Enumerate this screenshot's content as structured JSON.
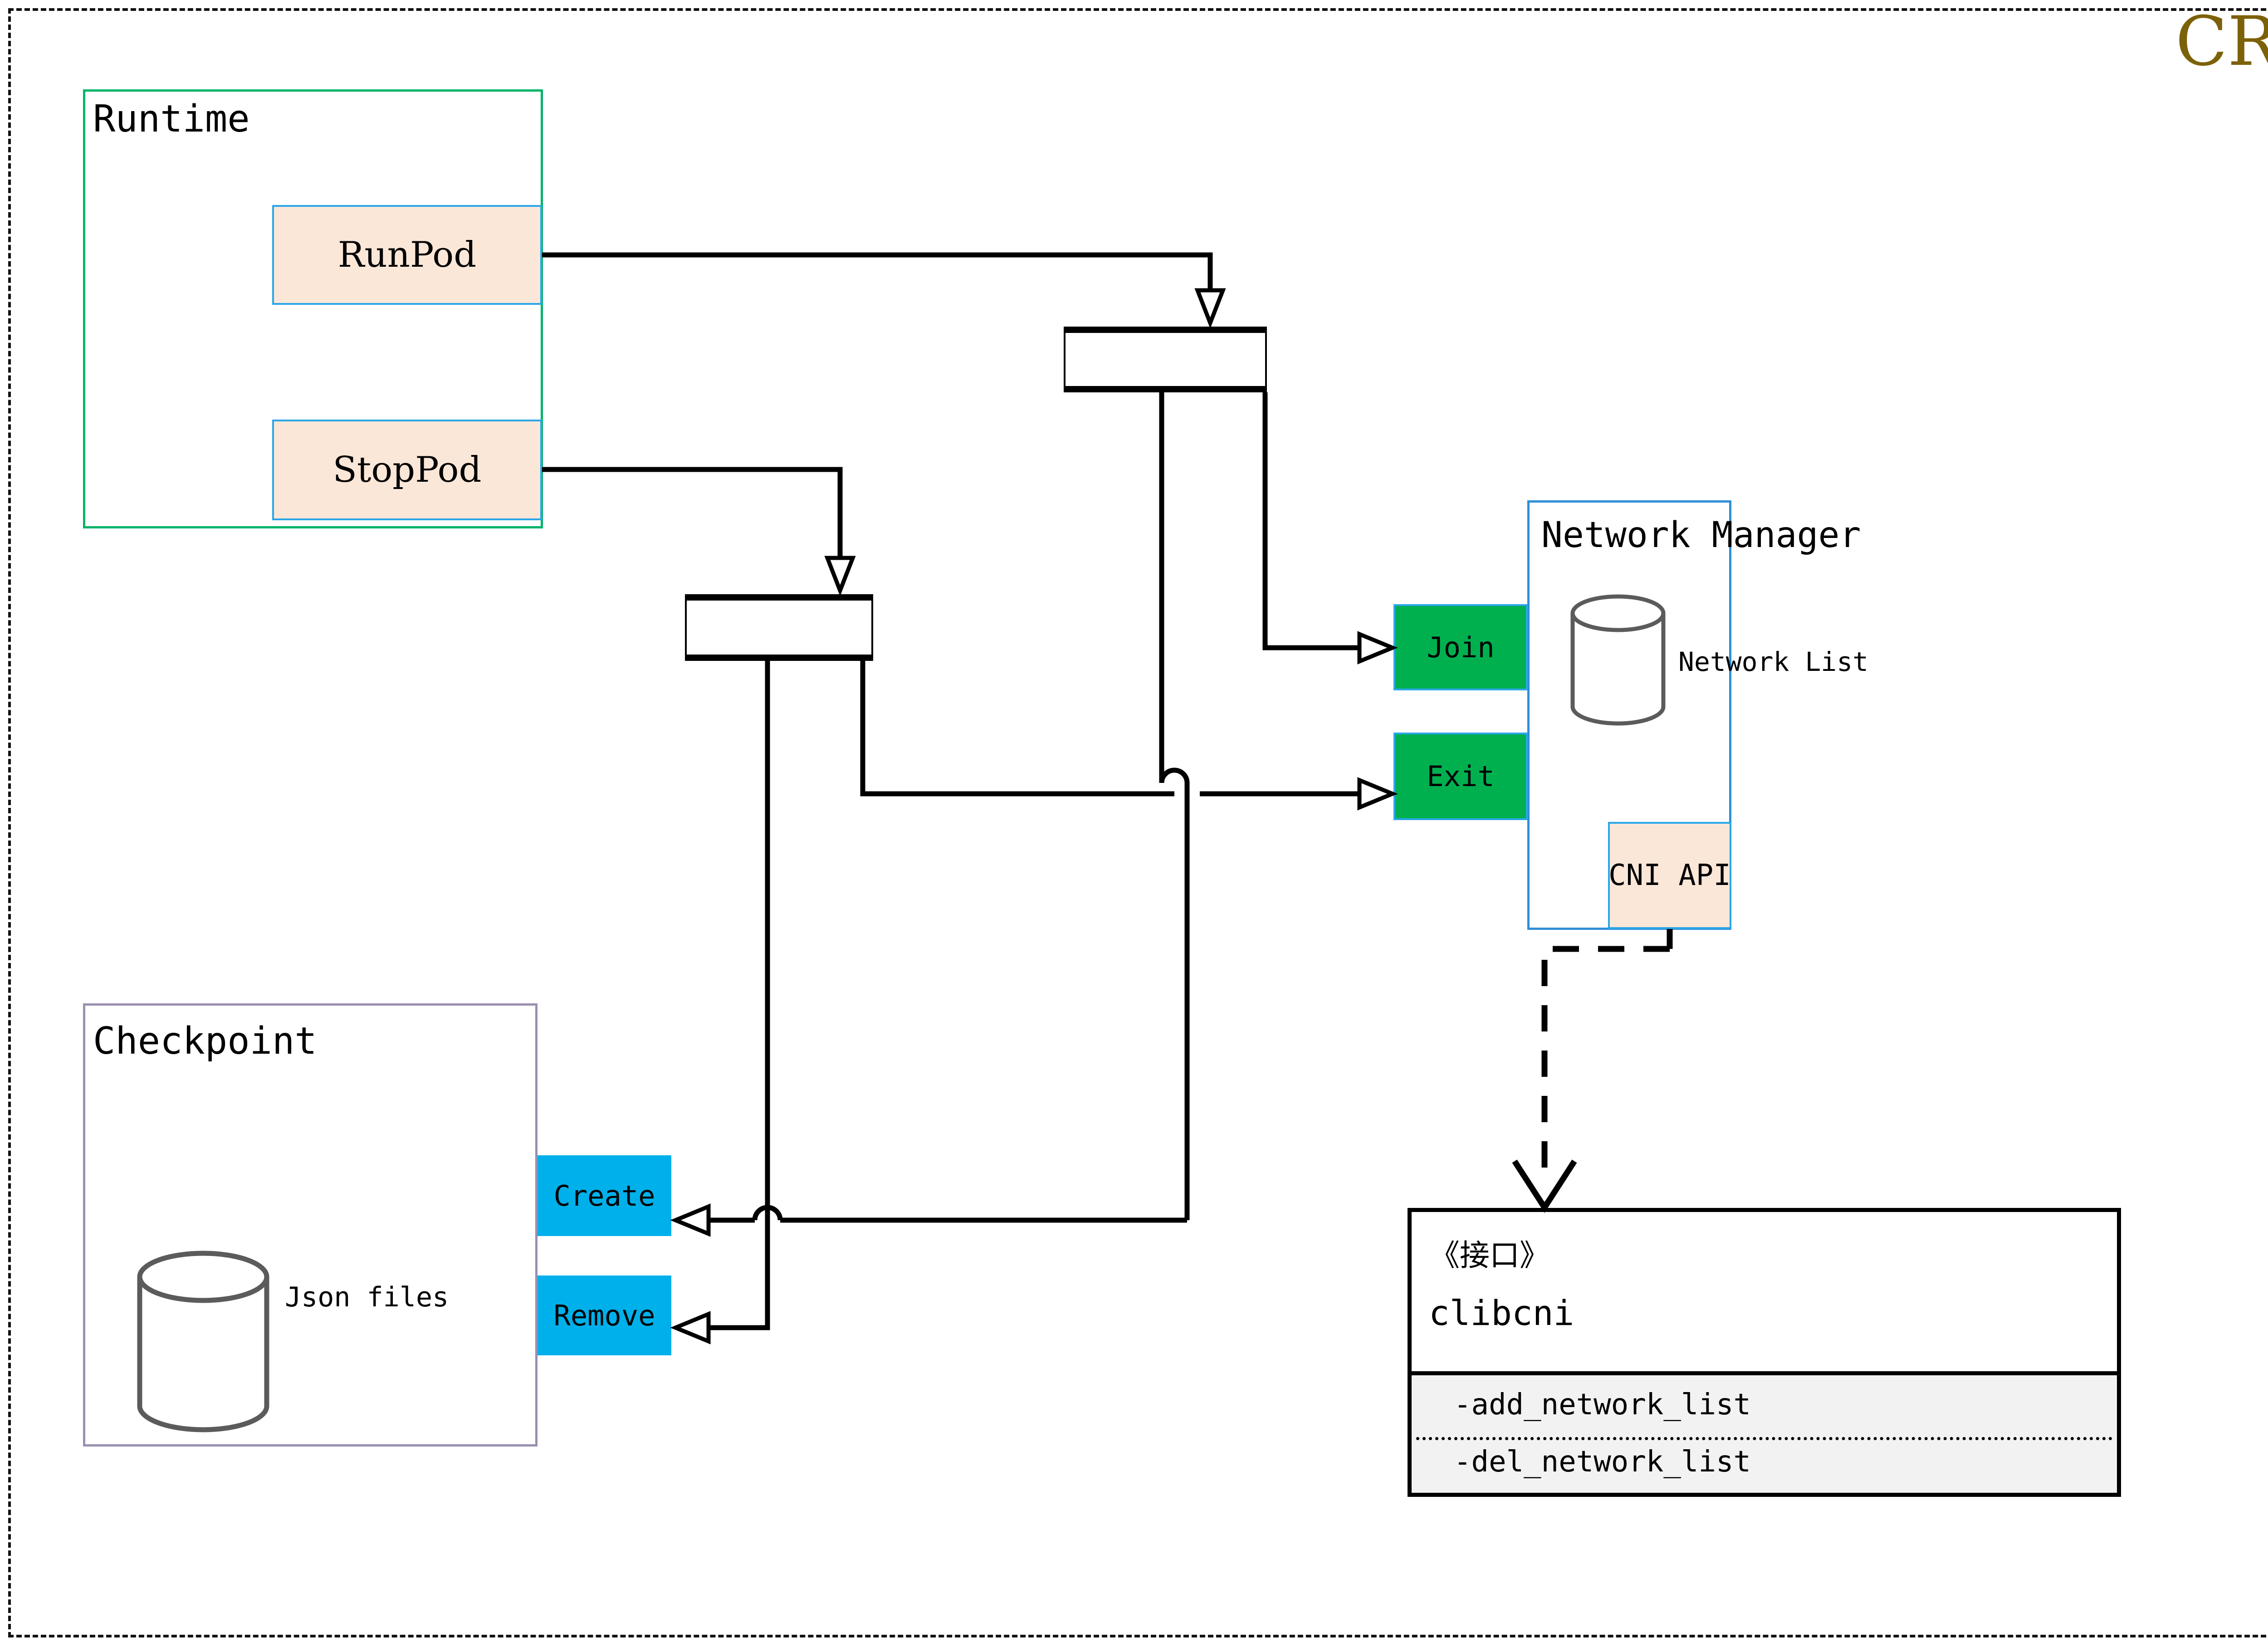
{
  "diagram": {
    "title": "CRI",
    "title_color": "#7d6108",
    "frame_style": "dashed"
  },
  "groups": [
    {
      "id": "runtime",
      "label": "Runtime",
      "border_color": "#00b368"
    },
    {
      "id": "checkpoint",
      "label": "Checkpoint",
      "border_color": "#9a8fb0"
    },
    {
      "id": "netmgr",
      "label": "Network Manager",
      "border_color": "#2f8fd8"
    }
  ],
  "nodes": {
    "runpod": {
      "label": "RunPod",
      "fill": "#fbe7d8",
      "border": "#29a6e8"
    },
    "stoppod": {
      "label": "StopPod",
      "fill": "#fbe7d8",
      "border": "#29a6e8"
    },
    "join": {
      "label": "Join",
      "fill": "#00b04f",
      "border": "#29a6e8"
    },
    "exit": {
      "label": "Exit",
      "fill": "#00b04f",
      "border": "#29a6e8"
    },
    "cniapi": {
      "label": "CNI API",
      "fill": "#fbe7d8",
      "border": "#29a6e8"
    },
    "create": {
      "label": "Create",
      "fill": "#00b0ea",
      "border": "#00b0ea"
    },
    "remove": {
      "label": "Remove",
      "fill": "#00b0ea",
      "border": "#00b0ea"
    }
  },
  "datastores": {
    "network_list": {
      "label": "Network List"
    },
    "json_files": {
      "label": "Json files"
    }
  },
  "interface": {
    "stereotype": "《接口》",
    "name": "clibcni",
    "methods": [
      "-add_network_list",
      "-del_network_list"
    ]
  },
  "forks": [
    {
      "id": "fork-top",
      "label": ""
    },
    {
      "id": "fork-bottom",
      "label": ""
    }
  ]
}
